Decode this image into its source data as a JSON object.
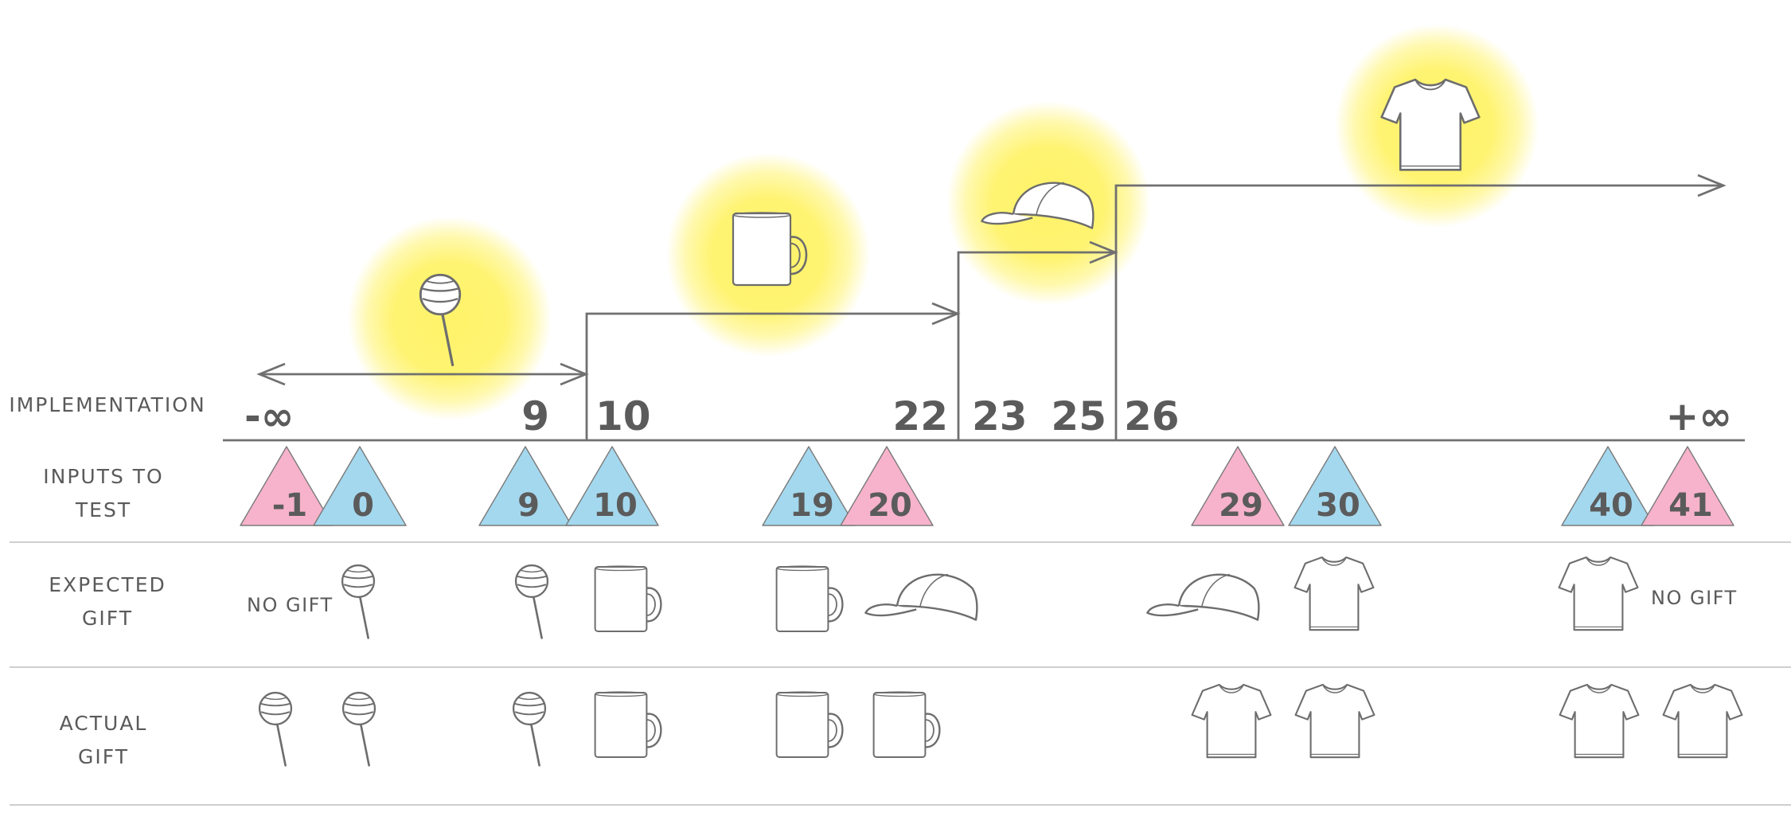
{
  "rows": {
    "implementation": "IMPLEMENTATION",
    "inputs_line1": "INPUTS TO",
    "inputs_line2": "TEST",
    "expected_line1": "EXPECTED",
    "expected_line2": "GIFT",
    "actual_line1": "ACTUAL",
    "actual_line2": "GIFT"
  },
  "no_gift_label": "NO GIFT",
  "implementation_bounds": [
    "-∞",
    "9",
    "10",
    "22",
    "23",
    "25",
    "26",
    "+∞"
  ],
  "implementation_ranges": [
    {
      "from": "-∞",
      "to": "9",
      "gift": "lollipop"
    },
    {
      "from": "10",
      "to": "22",
      "gift": "mug"
    },
    {
      "from": "23",
      "to": "25",
      "gift": "cap"
    },
    {
      "from": "26",
      "to": "+∞",
      "gift": "tshirt"
    }
  ],
  "test_inputs": [
    {
      "value": "-1",
      "color": "#f7b3cb",
      "expected": "none",
      "actual": "lollipop"
    },
    {
      "value": "0",
      "color": "#a4d8ee",
      "expected": "lollipop",
      "actual": "lollipop"
    },
    {
      "value": "9",
      "color": "#a4d8ee",
      "expected": "lollipop",
      "actual": "lollipop"
    },
    {
      "value": "10",
      "color": "#a4d8ee",
      "expected": "mug",
      "actual": "mug"
    },
    {
      "value": "19",
      "color": "#a4d8ee",
      "expected": "mug",
      "actual": "mug"
    },
    {
      "value": "20",
      "color": "#f7b3cb",
      "expected": "cap",
      "actual": "mug"
    },
    {
      "value": "29",
      "color": "#f7b3cb",
      "expected": "cap",
      "actual": "tshirt"
    },
    {
      "value": "30",
      "color": "#a4d8ee",
      "expected": "tshirt",
      "actual": "tshirt"
    },
    {
      "value": "40",
      "color": "#a4d8ee",
      "expected": "tshirt",
      "actual": "tshirt"
    },
    {
      "value": "41",
      "color": "#f7b3cb",
      "expected": "none",
      "actual": "tshirt"
    }
  ],
  "colors": {
    "line": "#707070",
    "glow": "#fff36a",
    "pink": "#f7b3cb",
    "blue": "#a4d8ee",
    "divider": "#cfcfcf"
  }
}
